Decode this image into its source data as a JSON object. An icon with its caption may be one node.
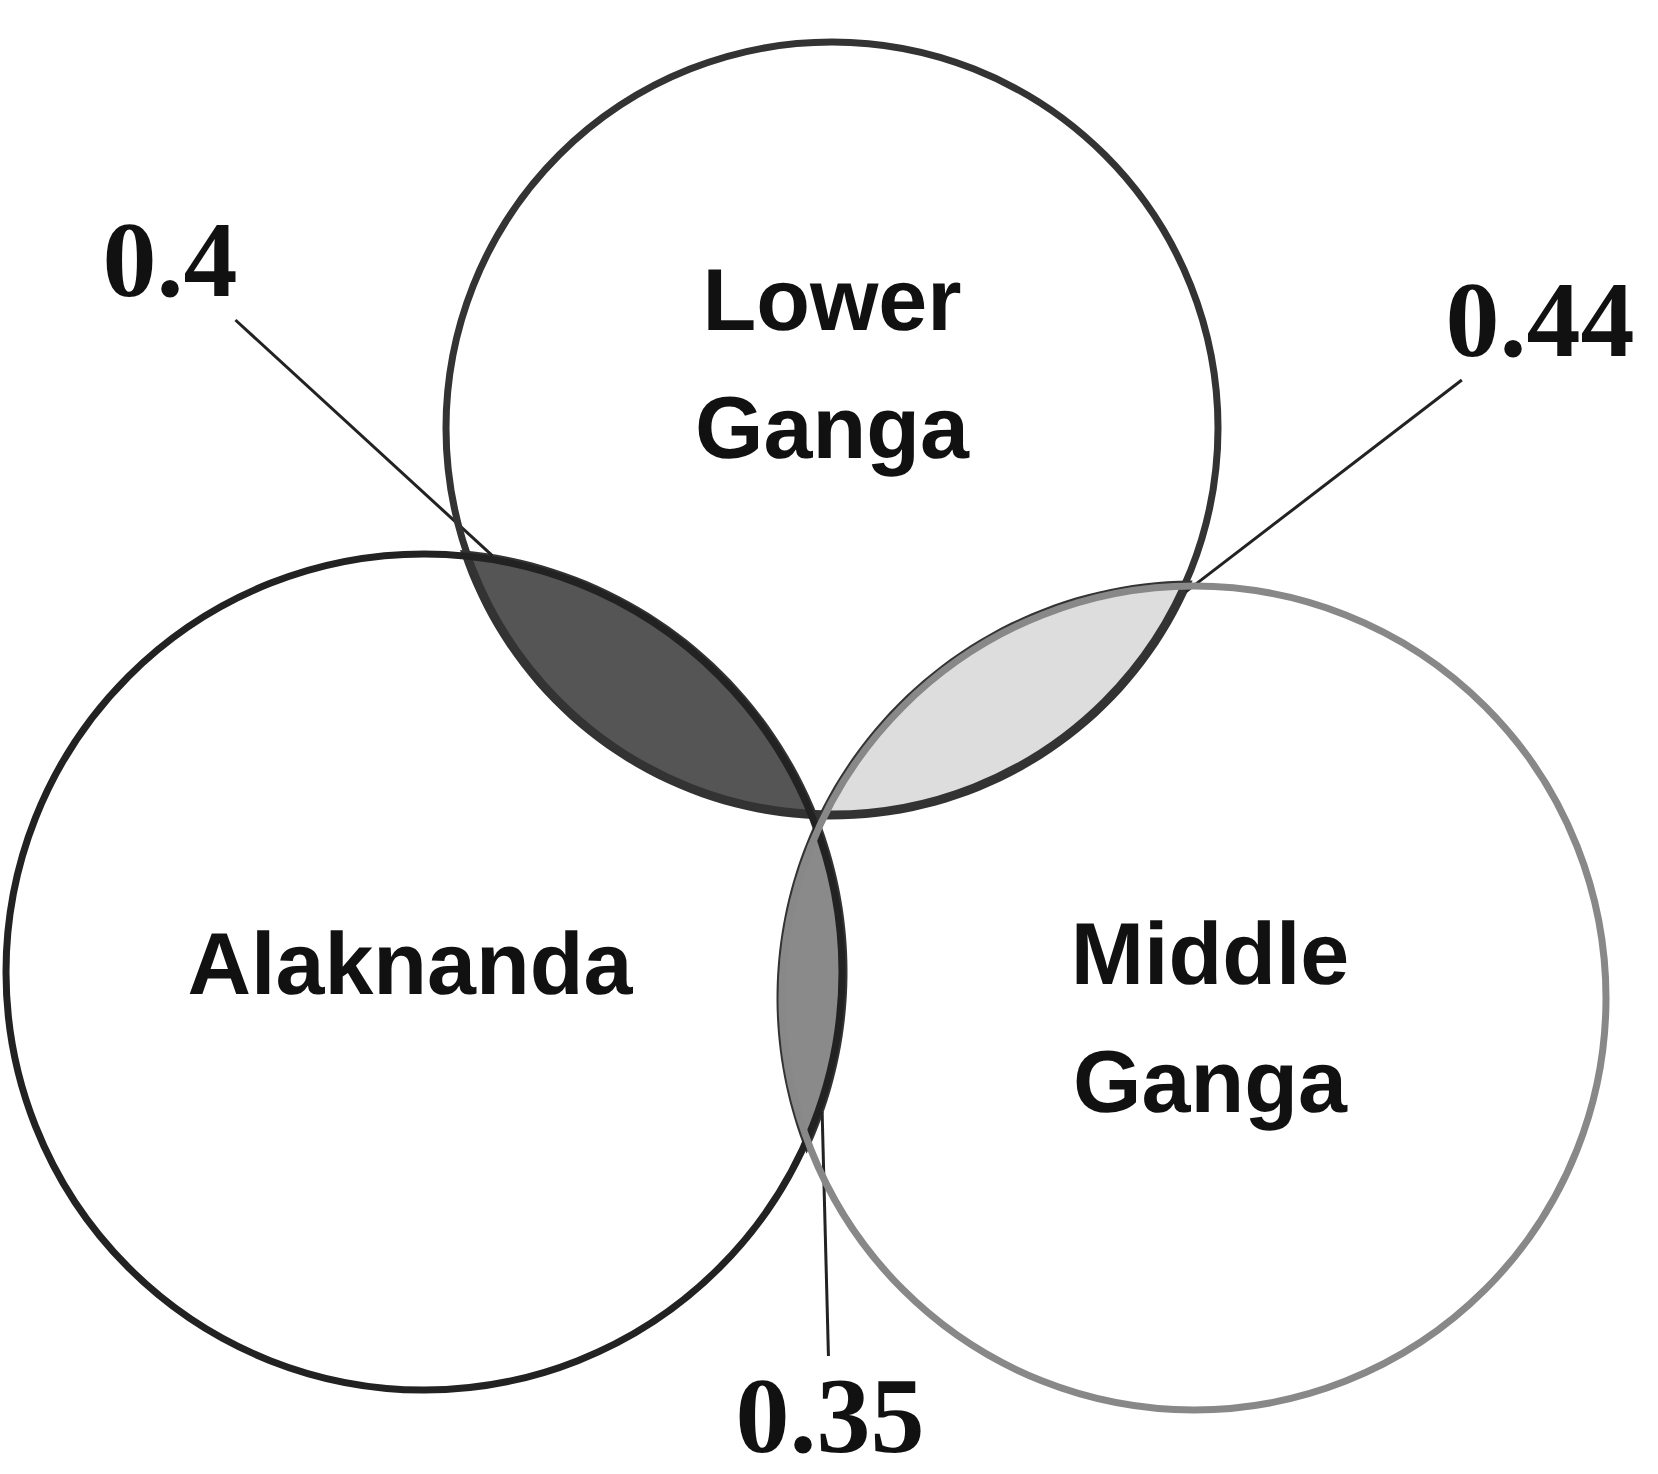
{
  "diagram": {
    "nodes": [
      {
        "text": [
          "0.4"
        ]
      },
      {
        "text": [
          "Lower Ganga"
        ]
      },
      {
        "text": [
          "0.44"
        ]
      },
      {
        "text": [],
        "shape": "lens"
      },
      {
        "text": [],
        "shape": "lens"
      },
      {
        "text": [
          "Alaknanda"
        ]
      },
      {
        "text": [
          "Middle Ganga"
        ]
      },
      {
        "text": [],
        "shape": "lens"
      },
      {
        "text": [
          "0.35"
        ]
      }
    ],
    "edges": [
      {
        "from": 0,
        "to": 3,
        "arrow": "none"
      },
      {
        "from": 2,
        "to": 4,
        "arrow": "none"
      },
      {
        "from": 8,
        "to": 7,
        "arrow": "none"
      }
    ]
  }
}
